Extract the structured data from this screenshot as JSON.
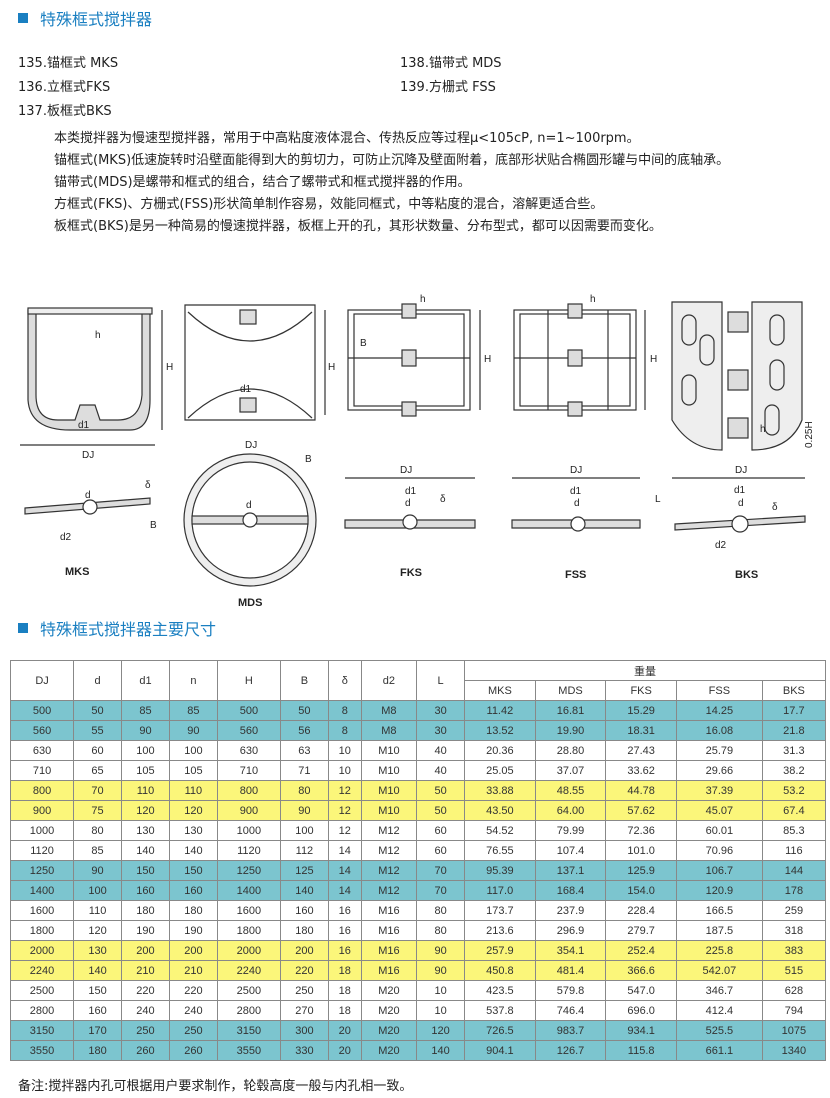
{
  "title": "特殊框式搅拌器",
  "items": [
    "135.锚框式 MKS",
    "136.立框式FKS",
    "137.板框式BKS",
    "138.锚带式 MDS",
    "139.方栅式 FSS"
  ],
  "paragraphs": [
    "本类搅拌器为慢速型搅拌器，常用于中高粘度液体混合、传热反应等过程μ<105cP, n=1~100rpm。",
    "锚框式(MKS)低速旋转时沿壁面能得到大的剪切力，可防止沉降及壁面附着，底部形状贴合椭圆形罐与中间的底轴承。",
    "锚带式(MDS)是螺带和框式的组合，结合了螺带式和框式搅拌器的作用。",
    "方框式(FKS)、方栅式(FSS)形状简单制作容易，效能同框式，中等粘度的混合，溶解更适合些。",
    "板框式(BKS)是另一种简易的慢速搅拌器，板框上开的孔，其形状数量、分布型式，都可以因需要而变化。"
  ],
  "figure": {
    "names": [
      "MKS",
      "MDS",
      "FKS",
      "FSS",
      "BKS"
    ],
    "labels": {
      "h": "h",
      "H": "H",
      "d1": "d1",
      "DJ": "DJ",
      "d": "d",
      "delta": "δ",
      "B": "B",
      "d2": "d2",
      "L": "L",
      "quarterH": "0.25H"
    }
  },
  "section2": "特殊框式搅拌器主要尺寸",
  "table": {
    "headers": [
      "DJ",
      "d",
      "d1",
      "n",
      "H",
      "B",
      "δ",
      "d2",
      "L"
    ],
    "weight_header": "重量",
    "weight_cols": [
      "MKS",
      "MDS",
      "FKS",
      "FSS",
      "BKS"
    ],
    "rows": [
      {
        "hl": "teal",
        "v": [
          "500",
          "50",
          "85",
          "85",
          "500",
          "50",
          "8",
          "M8",
          "30",
          "11.42",
          "16.81",
          "15.29",
          "14.25",
          "17.7"
        ]
      },
      {
        "hl": "teal",
        "v": [
          "560",
          "55",
          "90",
          "90",
          "560",
          "56",
          "8",
          "M8",
          "30",
          "13.52",
          "19.90",
          "18.31",
          "16.08",
          "21.8"
        ]
      },
      {
        "hl": "",
        "v": [
          "630",
          "60",
          "100",
          "100",
          "630",
          "63",
          "10",
          "M10",
          "40",
          "20.36",
          "28.80",
          "27.43",
          "25.79",
          "31.3"
        ]
      },
      {
        "hl": "",
        "v": [
          "710",
          "65",
          "105",
          "105",
          "710",
          "71",
          "10",
          "M10",
          "40",
          "25.05",
          "37.07",
          "33.62",
          "29.66",
          "38.2"
        ]
      },
      {
        "hl": "yel",
        "v": [
          "800",
          "70",
          "110",
          "110",
          "800",
          "80",
          "12",
          "M10",
          "50",
          "33.88",
          "48.55",
          "44.78",
          "37.39",
          "53.2"
        ]
      },
      {
        "hl": "yel",
        "v": [
          "900",
          "75",
          "120",
          "120",
          "900",
          "90",
          "12",
          "M10",
          "50",
          "43.50",
          "64.00",
          "57.62",
          "45.07",
          "67.4"
        ]
      },
      {
        "hl": "",
        "v": [
          "1000",
          "80",
          "130",
          "130",
          "1000",
          "100",
          "12",
          "M12",
          "60",
          "54.52",
          "79.99",
          "72.36",
          "60.01",
          "85.3"
        ]
      },
      {
        "hl": "",
        "v": [
          "1120",
          "85",
          "140",
          "140",
          "1120",
          "112",
          "14",
          "M12",
          "60",
          "76.55",
          "107.4",
          "101.0",
          "70.96",
          "116"
        ]
      },
      {
        "hl": "teal",
        "v": [
          "1250",
          "90",
          "150",
          "150",
          "1250",
          "125",
          "14",
          "M12",
          "70",
          "95.39",
          "137.1",
          "125.9",
          "106.7",
          "144"
        ]
      },
      {
        "hl": "teal",
        "v": [
          "1400",
          "100",
          "160",
          "160",
          "1400",
          "140",
          "14",
          "M12",
          "70",
          "117.0",
          "168.4",
          "154.0",
          "120.9",
          "178"
        ]
      },
      {
        "hl": "",
        "v": [
          "1600",
          "110",
          "180",
          "180",
          "1600",
          "160",
          "16",
          "M16",
          "80",
          "173.7",
          "237.9",
          "228.4",
          "166.5",
          "259"
        ]
      },
      {
        "hl": "",
        "v": [
          "1800",
          "120",
          "190",
          "190",
          "1800",
          "180",
          "16",
          "M16",
          "80",
          "213.6",
          "296.9",
          "279.7",
          "187.5",
          "318"
        ]
      },
      {
        "hl": "yel",
        "v": [
          "2000",
          "130",
          "200",
          "200",
          "2000",
          "200",
          "16",
          "M16",
          "90",
          "257.9",
          "354.1",
          "252.4",
          "225.8",
          "383"
        ]
      },
      {
        "hl": "yel",
        "v": [
          "2240",
          "140",
          "210",
          "210",
          "2240",
          "220",
          "18",
          "M16",
          "90",
          "450.8",
          "481.4",
          "366.6",
          "542.07",
          "515"
        ]
      },
      {
        "hl": "",
        "v": [
          "2500",
          "150",
          "220",
          "220",
          "2500",
          "250",
          "18",
          "M20",
          "10",
          "423.5",
          "579.8",
          "547.0",
          "346.7",
          "628"
        ]
      },
      {
        "hl": "",
        "v": [
          "2800",
          "160",
          "240",
          "240",
          "2800",
          "270",
          "18",
          "M20",
          "10",
          "537.8",
          "746.4",
          "696.0",
          "412.4",
          "794"
        ]
      },
      {
        "hl": "teal",
        "v": [
          "3150",
          "170",
          "250",
          "250",
          "3150",
          "300",
          "20",
          "M20",
          "120",
          "726.5",
          "983.7",
          "934.1",
          "525.5",
          "1075"
        ]
      },
      {
        "hl": "teal",
        "v": [
          "3550",
          "180",
          "260",
          "260",
          "3550",
          "330",
          "20",
          "M20",
          "140",
          "904.1",
          "126.7",
          "115.8",
          "661.1",
          "1340"
        ]
      }
    ]
  },
  "note": "备注:搅拌器内孔可根据用户要求制作，轮毂高度一般与内孔相一致。"
}
